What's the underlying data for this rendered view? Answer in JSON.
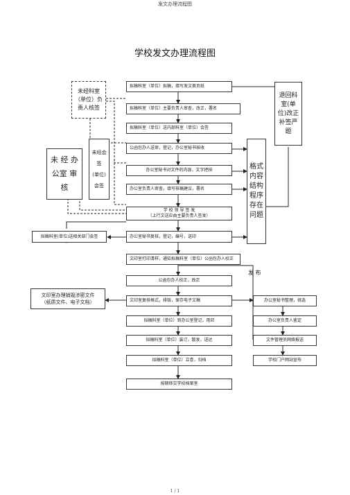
{
  "header": "发文办理流程图",
  "title": "学校发文办理流程图",
  "footer": "1 / 1",
  "main_flow": [
    "拟稿科室（单位）拟稿，填写发文首页纸",
    "拟稿科室（单位）主要负责人审查，改正，署名",
    "拟稿科室（单位）送内部科室（单位）会签",
    "公函包办人送审，登记，办公室秘书核收",
    "办公室秘书对文件的内容，文字把核",
    "办公室负责人审查，填写核稿建议，署名",
    "学 校 领 导 签 发",
    "（上行文送应由主要负责人签发）",
    "办公室秘书复核，登记，编号，送印",
    "文印室打印清样，通知拟稿科室（单位）公函包办人校正",
    "公函包办人校正，改正",
    "文印室复核格式，排版，保存电子文稿",
    "拟稿科室（单位）到办公室登记，用印",
    "拟稿科室（单位）装订，散发，送达",
    "拟稿科室（单位）立卷，归档",
    "按期移交学校档案室"
  ],
  "right_flow": [
    "办公室秘书整理，挑选",
    "办公室负责人鉴定",
    "文件管理员网络报送",
    "学校门户网站宣布"
  ],
  "side_boxes": {
    "dept_unreviewed": "未经科室（单位）负责人核签",
    "office_unreviewed": "未 经 办公室 审 核",
    "unsigned": "未经会签",
    "unit_cosign": "(单位)会签",
    "return_dept": "退回科室(单位)改正补签严题",
    "format_issue": "格式内容结构程序存在问题",
    "send_dept": "拟稿科室(单位)送相关部门会签",
    "secret_docs": "文印室办理销毁涉密文件",
    "secret_docs_sub": "（纸质文件、电子文档）",
    "publish": "发 布"
  }
}
